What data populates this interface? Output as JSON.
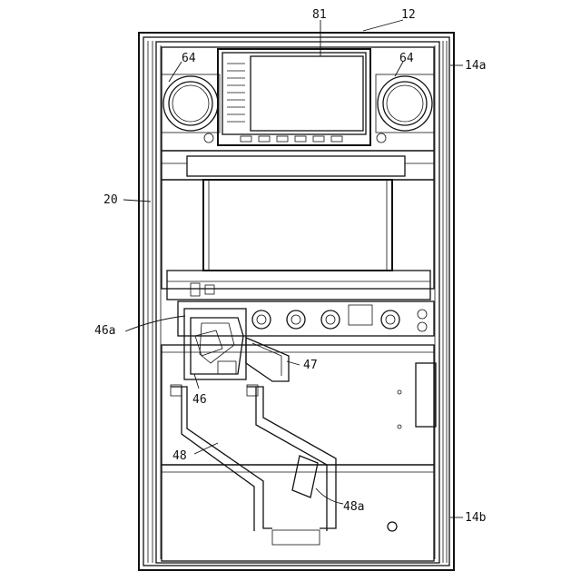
{
  "figure": {
    "labels": {
      "l81": "81",
      "l12": "12",
      "l64_left": "64",
      "l64_right": "64",
      "l14a": "14a",
      "l20": "20",
      "l46a": "46a",
      "l47": "47",
      "l46": "46",
      "l48": "48",
      "l48a": "48a",
      "l14b": "14b"
    }
  }
}
